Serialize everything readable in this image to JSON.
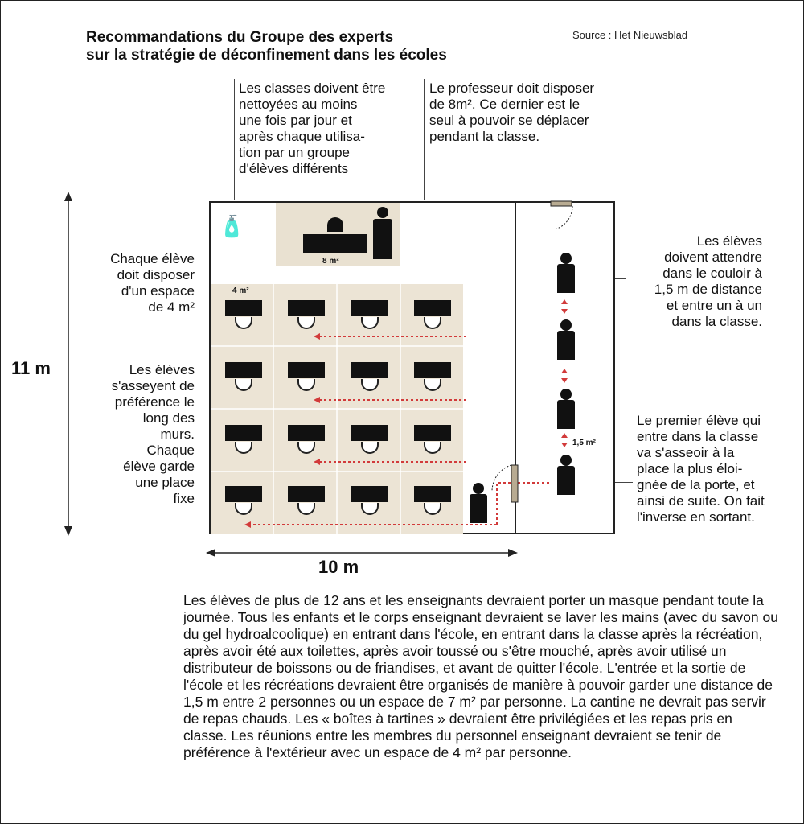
{
  "header": {
    "title_line1": "Recommandations du Groupe des experts",
    "title_line2": "sur la stratégie de déconfinement dans les écoles",
    "source": "Source : Het Nieuwsblad"
  },
  "notes": {
    "cleaning": [
      "Les classes doivent être",
      "nettoyées au moins",
      "une fois par jour et",
      "après chaque utilisa-",
      "tion par un groupe",
      "d'élèves différents"
    ],
    "teacher": [
      "Le professeur doit disposer",
      "de 8m². Ce dernier est le",
      "seul à pouvoir se déplacer",
      "pendant la classe."
    ],
    "space": [
      "Chaque élève",
      "doit disposer",
      "d'un espace",
      "de 4 m²"
    ],
    "seating": [
      "Les élèves",
      "s'asseyent de",
      "préférence le",
      "long des",
      "murs.",
      "Chaque",
      "élève garde",
      "une place",
      "fixe"
    ],
    "waiting": [
      "Les élèves",
      "doivent attendre",
      "dans le couloir à",
      "1,5 m de distance",
      "et entre un à un",
      "dans la classe."
    ],
    "first": [
      "Le premier élève qui",
      "entre dans la classe",
      "va s'asseoir à la",
      "place la plus éloi-",
      "gnée de la porte, et",
      "ainsi de suite. On fait",
      "l'inverse en sortant."
    ]
  },
  "dimensions": {
    "height": "11 m",
    "width": "10 m",
    "teacher_area": "8 m²",
    "student_area": "4 m²",
    "distance": "1,5 m²"
  },
  "body_text": "Les élèves de plus de 12 ans et les enseignants devraient porter un masque pendant toute la journée. Tous les enfants et le corps enseignant devraient se laver les mains (avec du savon ou du gel hydroalcoolique) en entrant dans l'école, en entrant dans la classe après la récréation, après avoir été aux toilettes, après avoir toussé ou s'être mouché, après avoir utilisé un distributeur de boissons ou de friandises, et avant de quitter l'école. L'entrée et la sortie de l'école et les récréations devraient être organisés de manière à pouvoir garder une distance de 1,5 m entre 2 personnes ou un espace de 7 m² par personne. La cantine ne devrait pas servir de repas chauds. Les « boîtes à tartines » devraient être privilégiées et les repas pris en classe. Les réunions entre les membres du personnel enseignant devraient se tenir de préférence à l'extérieur avec un espace de 4 m² par personne.",
  "colors": {
    "zone": "#ece4d5",
    "arrow": "#d23a3a",
    "ink": "#111111"
  }
}
